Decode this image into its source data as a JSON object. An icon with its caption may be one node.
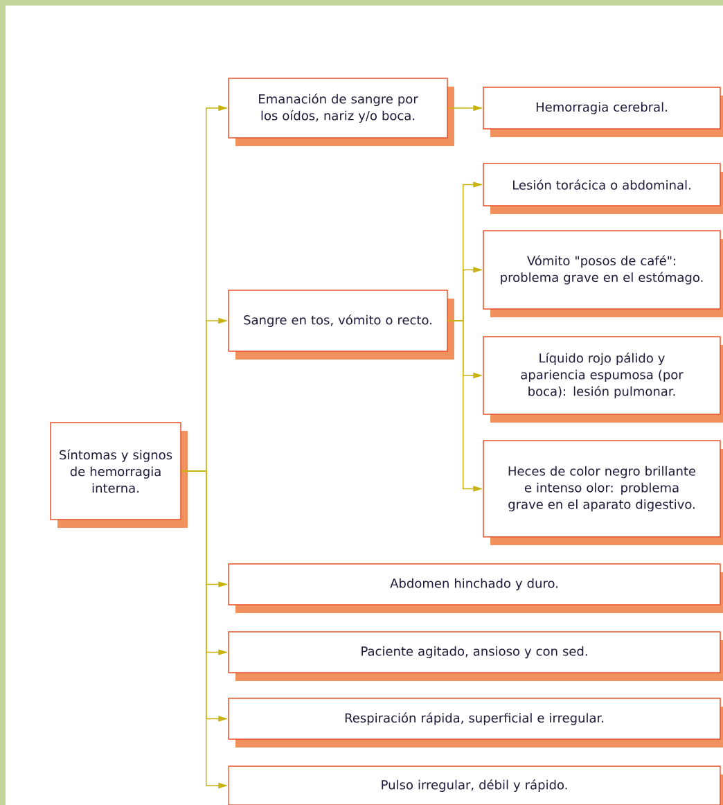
{
  "diagram": {
    "nodes": [
      {
        "text": [
          "Síntomas y signos de hemorragia interna."
        ]
      },
      {
        "text": [
          "Emanación de sangre por los oídos, nariz y/o boca."
        ]
      },
      {
        "text": [
          "Hemorragia cerebral."
        ]
      },
      {
        "text": [
          "Sangre en tos, vómito o recto."
        ]
      },
      {
        "text": [
          "Lesión torácica o abdominal."
        ]
      },
      {
        "text": [
          "Vómito \"posos de café\": problema grave en el estómago."
        ]
      },
      {
        "text": [
          "Líquido rojo pálido y apariencia espumosa (por boca): lesión pulmonar."
        ]
      },
      {
        "text": [
          "Heces de color negro brillante e intenso olor: problema grave en el aparato digestivo."
        ]
      },
      {
        "text": [
          "Abdomen hinchado y duro."
        ]
      },
      {
        "text": [
          "Paciente agitado, ansioso y con sed."
        ]
      },
      {
        "text": [
          "Respiración rápida, superficial e irregular."
        ]
      },
      {
        "text": [
          "Pulso irregular, débil y rápido."
        ]
      }
    ],
    "edges": [
      {
        "from": 0,
        "to": 1,
        "arrow": "to"
      },
      {
        "from": 1,
        "to": 2,
        "arrow": "to"
      },
      {
        "from": 0,
        "to": 3,
        "arrow": "to"
      },
      {
        "from": 3,
        "to": 4,
        "arrow": "to"
      },
      {
        "from": 3,
        "to": 5,
        "arrow": "to"
      },
      {
        "from": 3,
        "to": 6,
        "arrow": "to"
      },
      {
        "from": 3,
        "to": 7,
        "arrow": "to"
      },
      {
        "from": 0,
        "to": 8,
        "arrow": "to"
      },
      {
        "from": 0,
        "to": 9,
        "arrow": "to"
      },
      {
        "from": 0,
        "to": 10,
        "arrow": "to"
      },
      {
        "from": 0,
        "to": 11,
        "arrow": "to"
      }
    ]
  }
}
